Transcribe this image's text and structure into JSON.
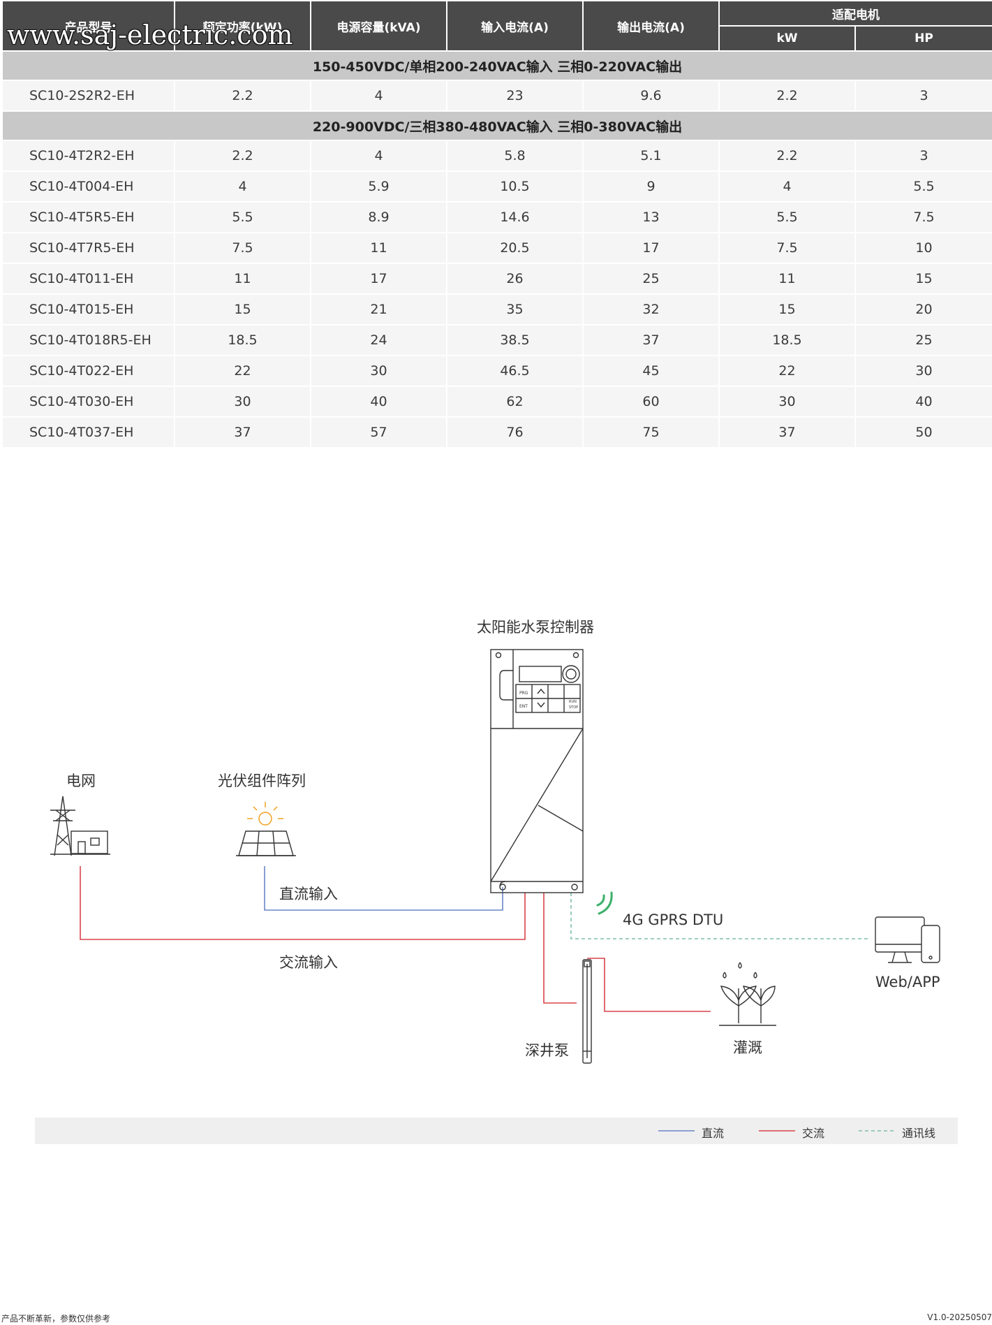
{
  "watermark": "www.saj-electric.com",
  "table": {
    "headers": {
      "model": "产品型号",
      "rated_power": "额定功率(kW)",
      "power_capacity": "电源容量(kVA)",
      "input_current": "输入电流(A)",
      "output_current": "输出电流(A)",
      "motor": "适配电机",
      "motor_kw": "kW",
      "motor_hp": "HP"
    },
    "section1": {
      "title": "150-450VDC/单相200-240VAC输入 三相0-220VAC输出",
      "rows": [
        [
          "SC10-2S2R2-EH",
          "2.2",
          "4",
          "23",
          "9.6",
          "2.2",
          "3"
        ]
      ]
    },
    "section2": {
      "title": "220-900VDC/三相380-480VAC输入 三相0-380VAC输出",
      "rows": [
        [
          "SC10-4T2R2-EH",
          "2.2",
          "4",
          "5.8",
          "5.1",
          "2.2",
          "3"
        ],
        [
          "SC10-4T004-EH",
          "4",
          "5.9",
          "10.5",
          "9",
          "4",
          "5.5"
        ],
        [
          "SC10-4T5R5-EH",
          "5.5",
          "8.9",
          "14.6",
          "13",
          "5.5",
          "7.5"
        ],
        [
          "SC10-4T7R5-EH",
          "7.5",
          "11",
          "20.5",
          "17",
          "7.5",
          "10"
        ],
        [
          "SC10-4T011-EH",
          "11",
          "17",
          "26",
          "25",
          "11",
          "15"
        ],
        [
          "SC10-4T015-EH",
          "15",
          "21",
          "35",
          "32",
          "15",
          "20"
        ],
        [
          "SC10-4T018R5-EH",
          "18.5",
          "24",
          "38.5",
          "37",
          "18.5",
          "25"
        ],
        [
          "SC10-4T022-EH",
          "22",
          "30",
          "46.5",
          "45",
          "22",
          "30"
        ],
        [
          "SC10-4T030-EH",
          "30",
          "40",
          "62",
          "60",
          "30",
          "40"
        ],
        [
          "SC10-4T037-EH",
          "37",
          "57",
          "76",
          "75",
          "37",
          "50"
        ]
      ]
    }
  },
  "diagram": {
    "controller_label": "太阳能水泵控制器",
    "grid_label": "电网",
    "pv_label": "光伏组件阵列",
    "dc_input_label": "直流输入",
    "ac_input_label": "交流输入",
    "dtu_label": "4G GPRS DTU",
    "web_app_label": "Web/APP",
    "pump_label": "深井泵",
    "irrigation_label": "灌溉",
    "keypad": {
      "prg": "PRG",
      "ent": "ENT",
      "run": "RUN",
      "stop": "STOP"
    },
    "colors": {
      "dc": "#6b86c6",
      "ac": "#d8434a",
      "comm": "#7fbfa8",
      "sun": "#f0a020",
      "signal": "#3bb06a"
    }
  },
  "legend": {
    "dc": "直流",
    "ac": "交流",
    "comm": "通讯线"
  },
  "footer": {
    "note": "产品不断革新，参数仅供参考",
    "version": "V1.0-20250507"
  }
}
